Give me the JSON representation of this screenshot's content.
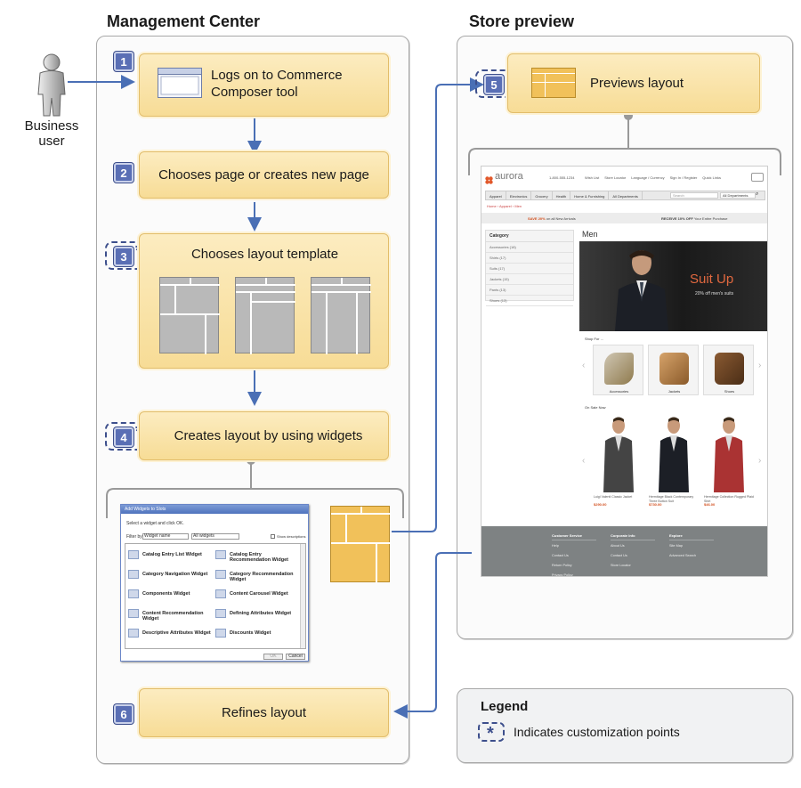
{
  "titles": {
    "management_center": "Management Center",
    "store_preview": "Store preview"
  },
  "actor": {
    "label_line1": "Business",
    "label_line2": "user",
    "icon": "user-icon"
  },
  "steps": [
    {
      "num": "1",
      "line1": "Logs on to Commerce",
      "line2": "Composer tool",
      "customizable": false
    },
    {
      "num": "2",
      "text": "Chooses page or creates new page",
      "customizable": false
    },
    {
      "num": "3",
      "text": "Chooses layout template",
      "customizable": true
    },
    {
      "num": "4",
      "text": "Creates layout by using widgets",
      "customizable": true
    },
    {
      "num": "5",
      "text": "Previews layout",
      "customizable": true
    },
    {
      "num": "6",
      "text": "Refines layout",
      "customizable": false
    }
  ],
  "star": "*",
  "legend": {
    "title": "Legend",
    "text": "Indicates customization points"
  },
  "dialog": {
    "title": "Add Widgets to Slots",
    "instruction": "Select a widget and click OK.",
    "filter_label": "Filter by:",
    "filter_value": "Widget name",
    "filter_select": "All widgets",
    "show_desc": "Show descriptions",
    "widgets": [
      "Catalog Entry List Widget",
      "Catalog Entry Recommendation Widget",
      "Category Navigation Widget",
      "Category Recommendation Widget",
      "Components Widget",
      "Content Carousel Widget",
      "Content Recommendation Widget",
      "Defining Attributes Widget",
      "Descriptive Attributes Widget",
      "Discounts Widget"
    ],
    "ok": "OK",
    "cancel": "Cancel"
  },
  "store": {
    "brand": "aurora",
    "phone": "1-800-555-1234",
    "top_links": [
      "Wish List",
      "Store Locator",
      "Language / Currency",
      "Sign In / Register",
      "Quick Links"
    ],
    "nav": [
      "Apparel",
      "Electronics",
      "Grocery",
      "Health",
      "Home & Furnishing",
      "All Departments"
    ],
    "search_placeholder": "Search",
    "search_scope": "All Departments",
    "breadcrumb": "Home  ›  Apparel  ›  Men",
    "promo_left_bold": "SAVE 20%",
    "promo_left": "on all New Arrivals",
    "promo_right_bold": "RECEIVE 10% OFF",
    "promo_right": "Your Entire Purchase",
    "category_title": "Category",
    "categories": [
      "Accessories (18)",
      "Shirts (17)",
      "Suits (17)",
      "Jackets (15)",
      "Pants (13)",
      "Shoes (13)"
    ],
    "page_heading": "Men",
    "hero_title": "Suit Up",
    "hero_sub": "20% off men's suits",
    "shop_for": "Shop For ...",
    "shop_items": [
      "Accessories",
      "Jackets",
      "Shoes"
    ],
    "on_sale": "On Sale Now",
    "sale_items": [
      {
        "name": "Luigi Valenti Classic Jacket",
        "price": "$290.00"
      },
      {
        "name": "Hermitage Black Contemporary Three Button Suit",
        "price": "$730.00"
      },
      {
        "name": "Hermitage Collection Rugged Plaid Shirt",
        "price": "$46.00"
      }
    ],
    "footer": [
      {
        "heading": "Customer Service",
        "links": [
          "Help",
          "Contact Us",
          "Return Policy",
          "Privacy Policy"
        ]
      },
      {
        "heading": "Corporate Info",
        "links": [
          "About Us",
          "Contact Us",
          "Store Locator"
        ]
      },
      {
        "heading": "Explore",
        "links": [
          "Site Map",
          "Advanced Search"
        ]
      }
    ]
  },
  "colors": {
    "step_fill": "#f9e3a6",
    "badge": "#5a6fb5",
    "arrow": "#4a6fb5",
    "layout_yellow": "#f1c15a"
  }
}
